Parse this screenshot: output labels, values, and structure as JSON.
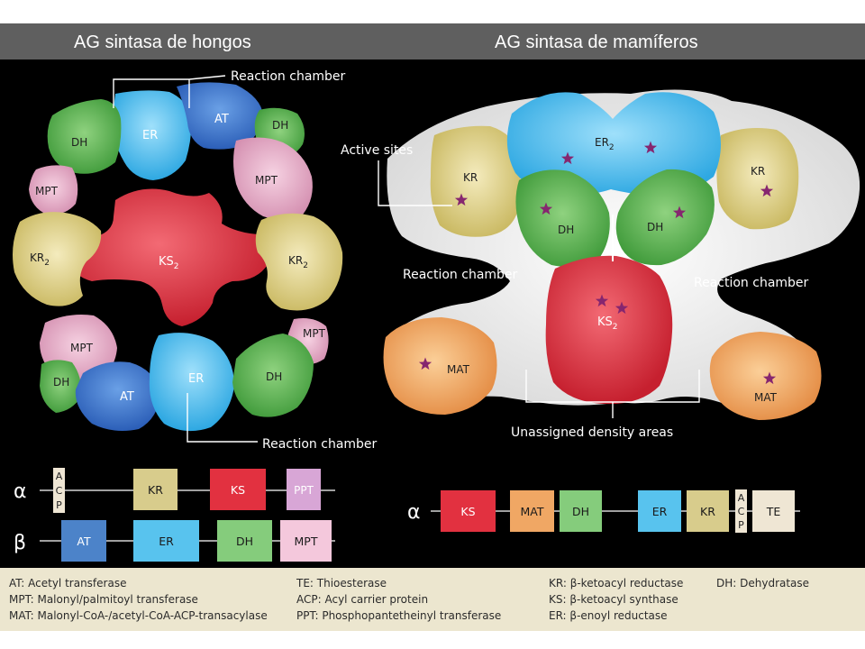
{
  "header": {
    "left_title": "AG sintasa de hongos",
    "right_title": "AG sintasa de mamíferos"
  },
  "fungal": {
    "domains": {
      "er": "ER",
      "at": "AT",
      "dh": "DH",
      "mpt": "MPT",
      "kr2": "KR2",
      "ks2": "KS2"
    },
    "reaction_chamber": "Reaction chamber"
  },
  "mammalian": {
    "domains": {
      "er2": "ER2",
      "kr": "KR",
      "dh": "DH",
      "ks2": "KS2",
      "mat": "MAT"
    },
    "active_sites": "Active sites",
    "reaction_chamber": "Reaction chamber",
    "unassigned": "Unassigned density areas"
  },
  "fungal_bars": {
    "alpha_symbol": "α",
    "beta_symbol": "β",
    "acp": [
      "A",
      "C",
      "P"
    ],
    "alpha": [
      "KR",
      "KS",
      "PPT"
    ],
    "beta": [
      "AT",
      "ER",
      "DH",
      "MPT"
    ]
  },
  "mammal_bar": {
    "alpha_symbol": "α",
    "acp": [
      "A",
      "C",
      "P"
    ],
    "items": [
      "KS",
      "MAT",
      "DH",
      "ER",
      "KR",
      "TE"
    ]
  },
  "legend": {
    "col1": [
      "AT: Acetyl transferase",
      "MPT: Malonyl/palmitoyl transferase",
      "MAT: Malonyl-CoA-/acetyl-CoA-ACP-transacylase"
    ],
    "col2": [
      "TE: Thioesterase",
      "ACP: Acyl carrier protein",
      "PPT: Phosphopantetheinyl transferase"
    ],
    "col3": [
      "KR: β-ketoacyl reductase",
      "KS: β-ketoacyl synthase",
      "ER: β-enoyl reductase"
    ],
    "col4": [
      "DH: Dehydratase"
    ]
  },
  "colors": {
    "er_blue": "#44b6ea",
    "at_blue": "#3c78cc",
    "dh_green": "#5cb24e",
    "mpt_pink": "#e6a7c4",
    "kr_yellow": "#e0d28a",
    "ks_red": "#dc3040",
    "mat_orange": "#f0a764",
    "star_purple": "#86266f",
    "te_beige": "#efe6d4"
  }
}
